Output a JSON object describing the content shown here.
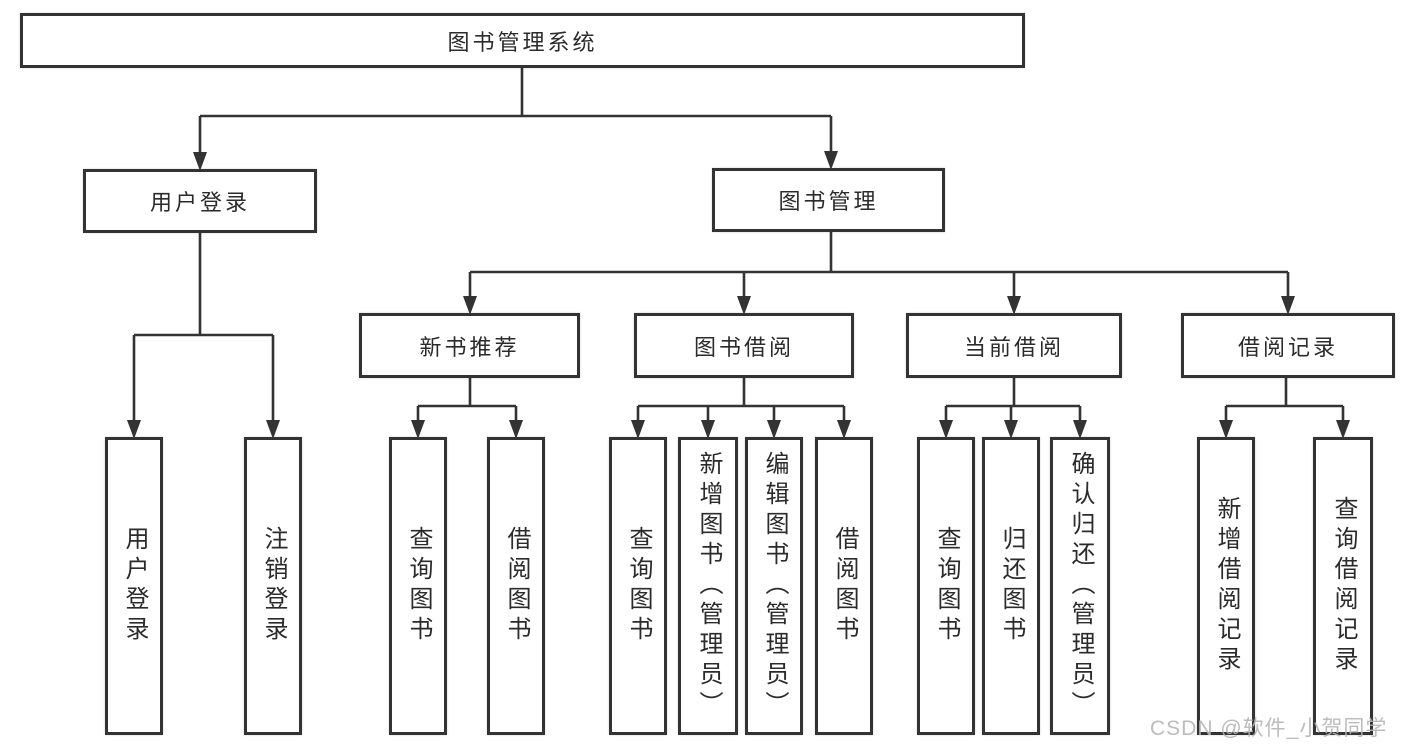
{
  "diagram": {
    "title": "图书管理系统",
    "line_color": "#333333",
    "text_color": "#2b2b2b",
    "background": "#ffffff",
    "watermark": "CSDN @软件_小贺同学",
    "watermark_color": "#b5b5b5"
  },
  "nodes": {
    "root": "图书管理系统",
    "user_login": "用户登录",
    "book_management": "图书管理",
    "new_book_recommend": "新书推荐",
    "book_borrowing": "图书借阅",
    "current_borrowing": "当前借阅",
    "borrowing_records": "借阅记录",
    "leaf_user_login": "用户登录",
    "leaf_logout": "注销登录",
    "leaf_query_books_1": "查询图书",
    "leaf_borrow_books_1": "借阅图书",
    "leaf_query_books_2": "查询图书",
    "leaf_add_book_admin": "新增图书（管理员）",
    "leaf_edit_book_admin": "编辑图书（管理员）",
    "leaf_borrow_books_2": "借阅图书",
    "leaf_query_books_3": "查询图书",
    "leaf_return_book": "归还图书",
    "leaf_confirm_return_admin": "确认归还（管理员）",
    "leaf_add_borrow_record": "新增借阅记录",
    "leaf_query_borrow_record": "查询借阅记录"
  },
  "hierarchy": {
    "root": "图书管理系统",
    "children": [
      {
        "label": "用户登录",
        "children": [
          "用户登录",
          "注销登录"
        ]
      },
      {
        "label": "图书管理",
        "children": [
          {
            "label": "新书推荐",
            "children": [
              "查询图书",
              "借阅图书"
            ]
          },
          {
            "label": "图书借阅",
            "children": [
              "查询图书",
              "新增图书（管理员）",
              "编辑图书（管理员）",
              "借阅图书"
            ]
          },
          {
            "label": "当前借阅",
            "children": [
              "查询图书",
              "归还图书",
              "确认归还（管理员）"
            ]
          },
          {
            "label": "借阅记录",
            "children": [
              "新增借阅记录",
              "查询借阅记录"
            ]
          }
        ]
      }
    ]
  }
}
